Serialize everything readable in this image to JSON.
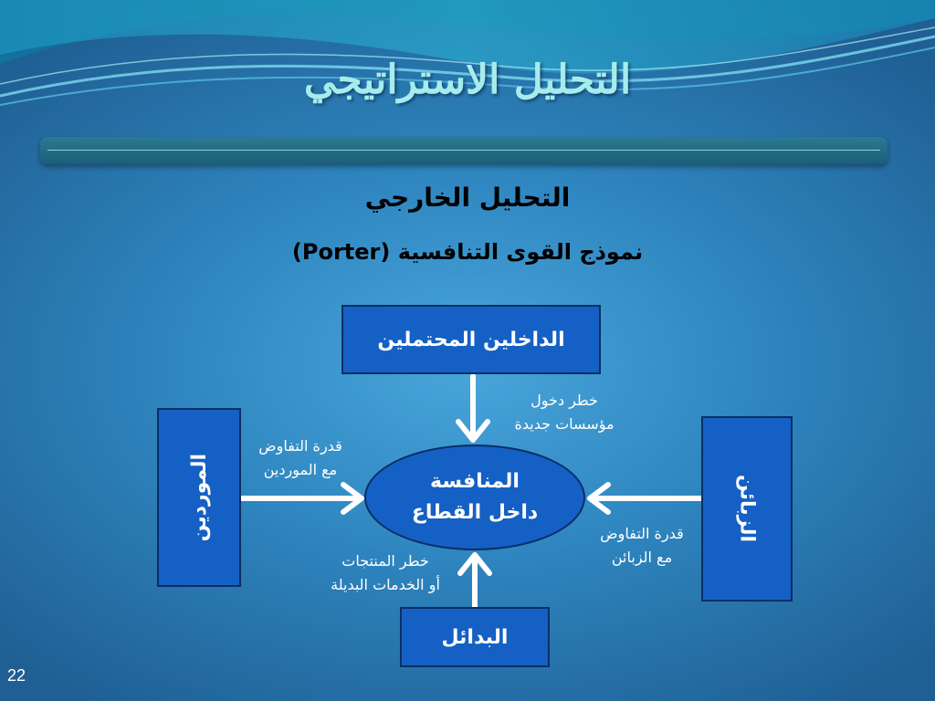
{
  "slide": {
    "title": "التحليل الاستراتيجي",
    "heading": "التحليل الخارجي",
    "subheading": "نموذج القوى التنافسية (Porter)",
    "page_number": "22"
  },
  "diagram": {
    "top_box": "الداخلين المحتملين",
    "bottom_box": "البدائل",
    "left_box": "الموردين",
    "right_box": "الزبائن",
    "center_line1": "المنافسة",
    "center_line2": "داخل القطاع",
    "labels": {
      "entry_line1": "خطر دخول",
      "entry_line2": "مؤسسات جديدة",
      "suppliers_line1": "قدرة التفاوض",
      "suppliers_line2": "مع الموردين",
      "buyers_line1": "قدرة التفاوض",
      "buyers_line2": "مع  الزبائن",
      "subs_line1": "خطر المنتجات",
      "subs_line2": "أو الخدمات البديلة"
    }
  },
  "colors": {
    "box_fill": "#1560c4",
    "title_color": "#a6ecec",
    "background": "#2f86c0"
  }
}
